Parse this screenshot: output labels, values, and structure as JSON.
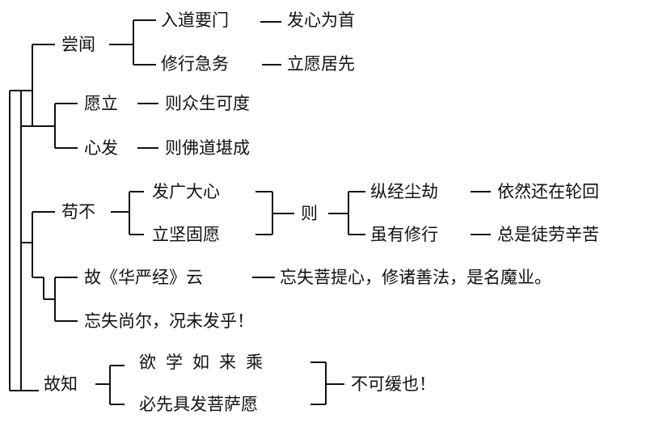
{
  "colors": {
    "ink": "#111111",
    "background": "#ffffff"
  },
  "section1": {
    "head": "尝闻",
    "item1": {
      "left": "入道要门",
      "right": "发心为首"
    },
    "item2": {
      "left": "修行急务",
      "right": "立愿居先"
    }
  },
  "section2": {
    "item1": {
      "left": "愿立",
      "right": "则众生可度"
    },
    "item2": {
      "left": "心发",
      "right": "则佛道堪成"
    }
  },
  "section3": {
    "head": "苟不",
    "cond1": "发广大心",
    "cond2": "立坚固愿",
    "then": "则",
    "result1": {
      "left": "纵经尘劫",
      "right": "依然还在轮回"
    },
    "result2": {
      "left": "虽有修行",
      "right": "总是徒劳辛苦"
    }
  },
  "section4": {
    "item1": {
      "left": "故《华严经》云",
      "right": "忘失菩提心，修诸善法，是名魔业。"
    },
    "item2": "忘失尚尔，况未发乎！"
  },
  "section5": {
    "head": "故知",
    "item1": "欲学如来乘",
    "item2": "必先具发菩萨愿",
    "result": "不可缓也！"
  }
}
